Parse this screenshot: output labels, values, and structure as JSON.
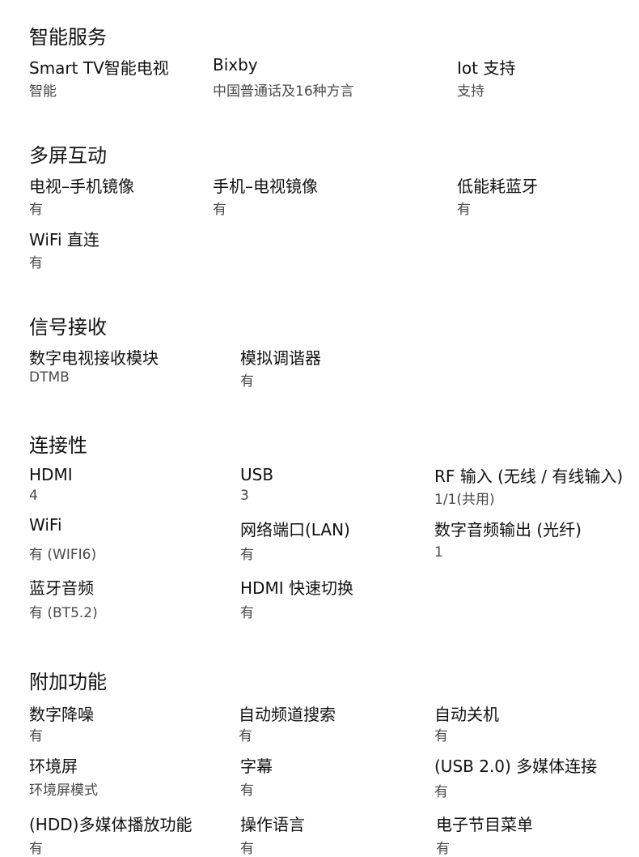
{
  "sections": {
    "smart": {
      "title": "智能服务",
      "items": [
        {
          "label": "Smart TV智能电视",
          "value": "智能"
        },
        {
          "label": "Bixby",
          "value": "中国普通话及16种方言"
        },
        {
          "label": "Iot 支持",
          "value": "支持"
        }
      ]
    },
    "multiscreen": {
      "title": "多屏互动",
      "items": [
        {
          "label": "电视–手机镜像",
          "value": "有"
        },
        {
          "label": "手机–电视镜像",
          "value": "有"
        },
        {
          "label": "低能耗蓝牙",
          "value": "有"
        },
        {
          "label": "WiFi 直连",
          "value": "有"
        }
      ]
    },
    "signal": {
      "title": "信号接收",
      "items": [
        {
          "label": "数字电视接收模块",
          "value": "DTMB"
        },
        {
          "label": "模拟调谐器",
          "value": "有"
        }
      ]
    },
    "connectivity": {
      "title": "连接性",
      "items": [
        {
          "label": "HDMI",
          "value": "4"
        },
        {
          "label": "USB",
          "value": "3"
        },
        {
          "label": "RF 输入 (无线 / 有线输入)",
          "value": "1/1(共用)"
        },
        {
          "label": "WiFi",
          "value": "有 (WIFI6)"
        },
        {
          "label": "网络端口(LAN)",
          "value": "有"
        },
        {
          "label": "数字音频输出 (光纤)",
          "value": "1"
        },
        {
          "label": "蓝牙音频",
          "value": "有 (BT5.2)"
        },
        {
          "label": "HDMI 快速切换",
          "value": "有"
        }
      ]
    },
    "extra": {
      "title": "附加功能",
      "items": [
        {
          "label": "数字降噪",
          "value": "有"
        },
        {
          "label": "自动频道搜索",
          "value": "有"
        },
        {
          "label": "自动关机",
          "value": "有"
        },
        {
          "label": "环境屏",
          "value": "环境屏模式"
        },
        {
          "label": "字幕",
          "value": "有"
        },
        {
          "label": "(USB 2.0) 多媒体连接",
          "value": "有"
        },
        {
          "label": "(HDD)多媒体播放功能",
          "value": "有"
        },
        {
          "label": "操作语言",
          "value": "有"
        },
        {
          "label": "电子节目菜单",
          "value": "有"
        }
      ]
    }
  }
}
